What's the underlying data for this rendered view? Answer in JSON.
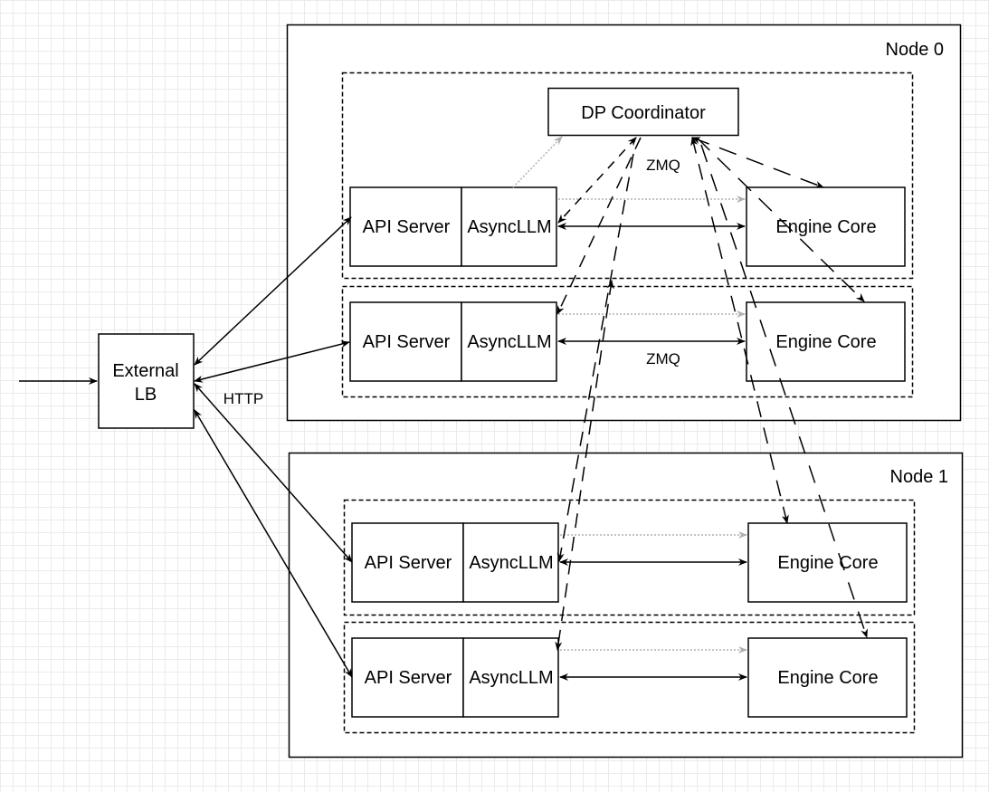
{
  "nodes": [
    {
      "label": "Node 0"
    },
    {
      "label": "Node 1"
    }
  ],
  "lb": {
    "line1": "External",
    "line2": "LB"
  },
  "coordinator": "DP Coordinator",
  "api_server": "API Server",
  "async_llm": "AsyncLLM",
  "engine_core": "Engine Core",
  "labels": {
    "http": "HTTP",
    "zmq_top": "ZMQ",
    "zmq_mid": "ZMQ"
  }
}
